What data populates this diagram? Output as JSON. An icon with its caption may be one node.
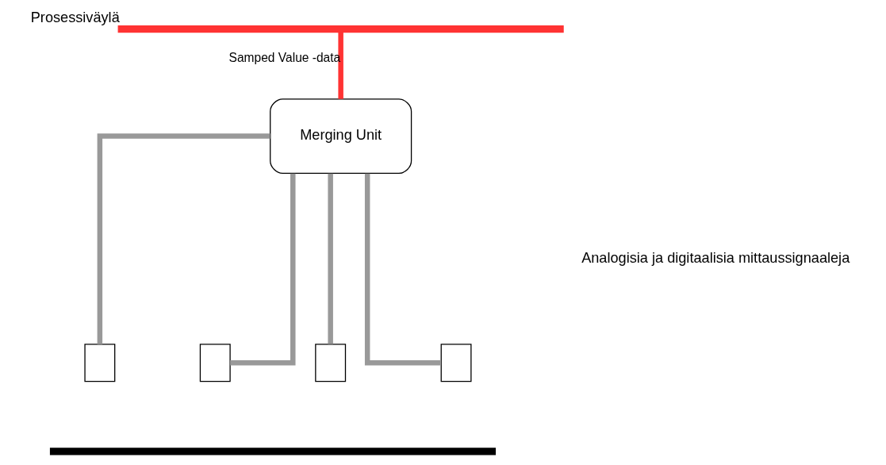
{
  "diagram": {
    "nodes": [
      {
        "text": [],
        "shape": "bar",
        "beside": [
          "Prosessiväylä"
        ]
      },
      {
        "text": [
          "Merging Unit"
        ]
      },
      {
        "text": [],
        "shape": "box"
      },
      {
        "text": [],
        "shape": "box"
      },
      {
        "text": [],
        "shape": "box"
      },
      {
        "text": [],
        "shape": "box"
      },
      {
        "text": [],
        "shape": "bar"
      }
    ],
    "edges": [
      {
        "from": 1,
        "to": 0,
        "arrow": "none",
        "label": "Samped Value -data",
        "color": "#ff3333"
      },
      {
        "from": 1,
        "to": 2,
        "arrow": "none"
      },
      {
        "from": 1,
        "to": 3,
        "arrow": "none"
      },
      {
        "from": 1,
        "to": 4,
        "arrow": "none"
      },
      {
        "from": 1,
        "to": 5,
        "arrow": "none"
      }
    ],
    "labels": [
      "Analogisia ja digitaalisia mittaussignaaleja"
    ]
  }
}
